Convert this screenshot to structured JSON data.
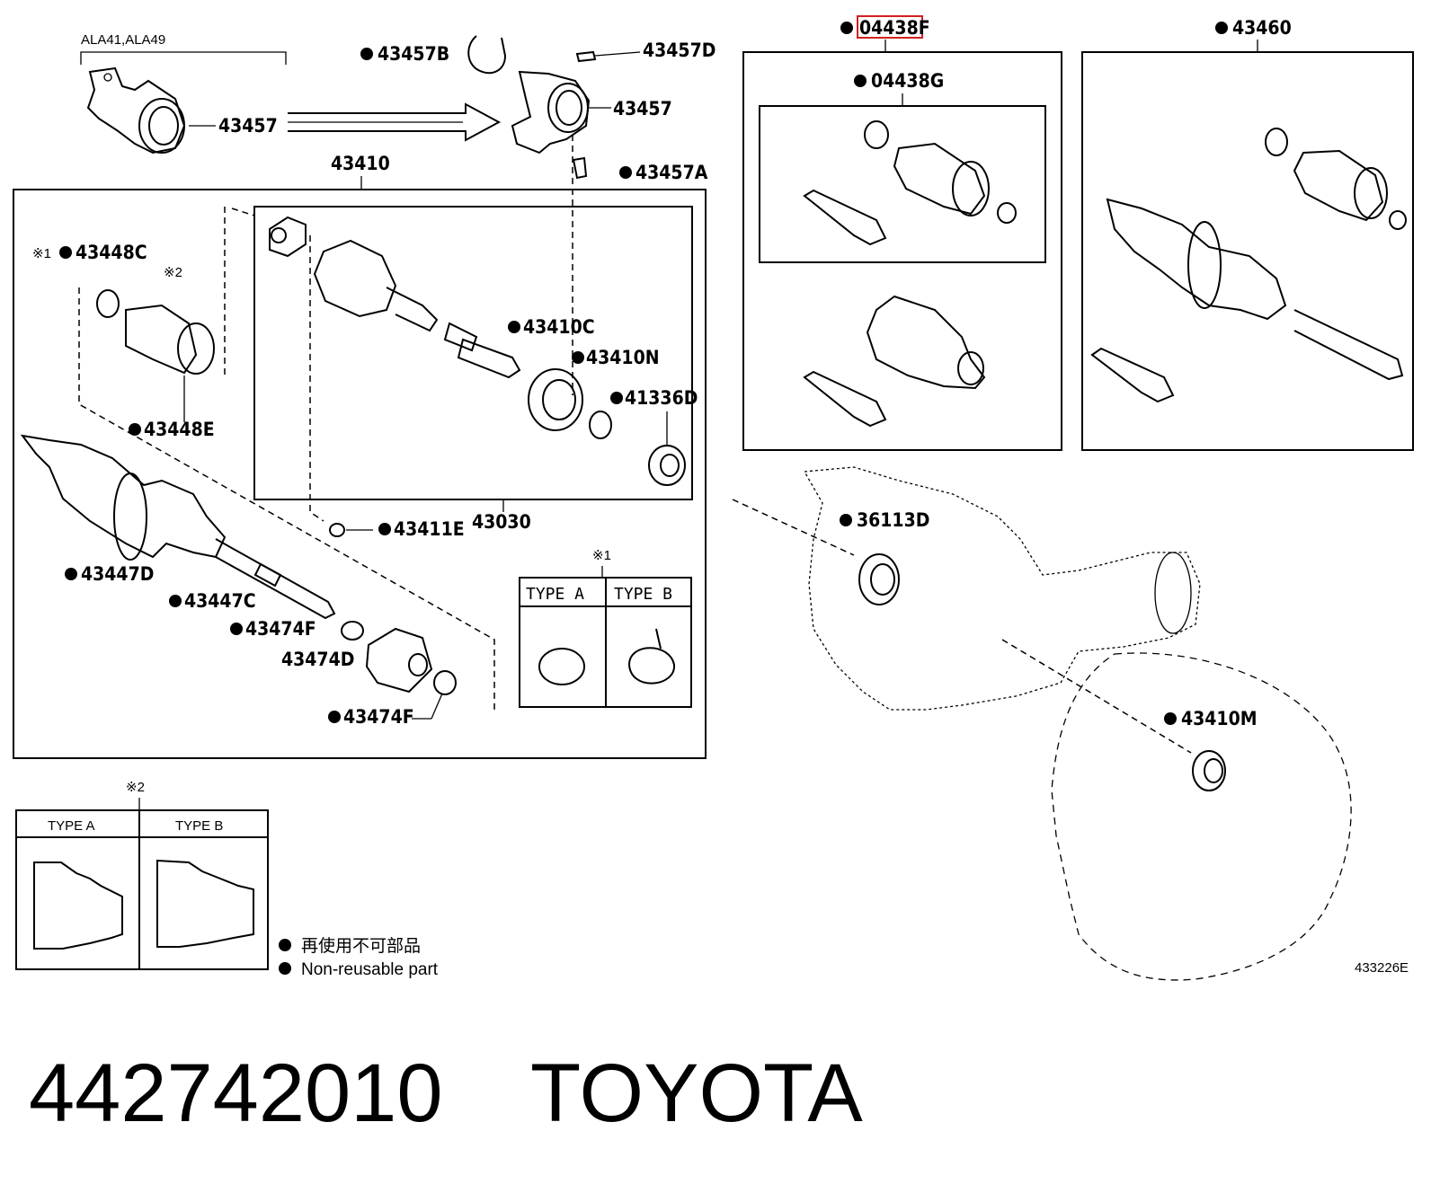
{
  "diagram": {
    "top_note": "ALA41,ALA49",
    "labels": {
      "l43457_left": "43457",
      "l43457B": "43457B",
      "l43457D": "43457D",
      "l43457_right": "43457",
      "l43457A": "43457A",
      "l43410": "43410",
      "l43448C": "43448C",
      "l43448E": "43448E",
      "l43410C": "43410C",
      "l43410N": "43410N",
      "l41336D": "41336D",
      "l43447D": "43447D",
      "l43447C": "43447C",
      "l43474F_a": "43474F",
      "l43474D": "43474D",
      "l43474F_b": "43474F",
      "l43411E": "43411E",
      "l43030": "43030",
      "l04438F": "04438F",
      "l04438G": "04438G",
      "l43460": "43460",
      "l36113D": "36113D",
      "l43410M": "43410M"
    },
    "marks": {
      "note1": "※1",
      "note2": "※2",
      "note1b": "※1",
      "note2b": "※2"
    },
    "type_box_small": {
      "col_a": "TYPE A",
      "col_b": "TYPE B"
    },
    "type_box_large": {
      "col_a": "TYPE A",
      "col_b": "TYPE B"
    },
    "legend": {
      "line1": "再使用不可部品",
      "line2": "Non-reusable part"
    },
    "figure_id": "433226E",
    "highlight_color": "#d42020"
  },
  "footer": {
    "part_number": "442742010",
    "brand": "TOYOTA"
  }
}
